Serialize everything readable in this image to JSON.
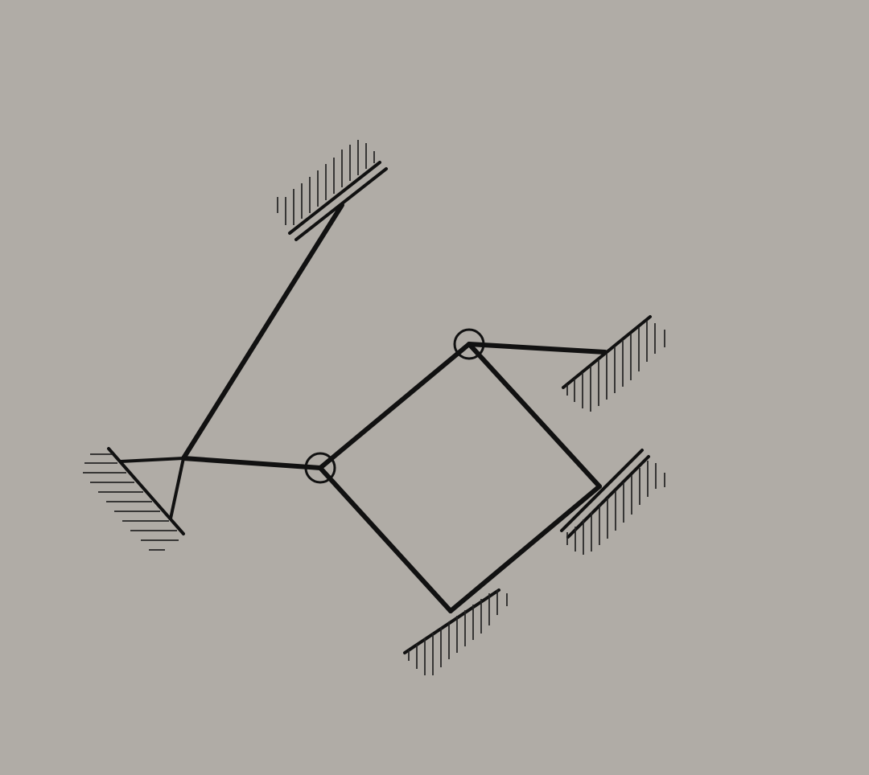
{
  "diagram": {
    "background_color": "#b0aca6",
    "line_color": "#111111",
    "hinge_count": 2,
    "ground_support_count": 6,
    "bar_count": 8
  }
}
